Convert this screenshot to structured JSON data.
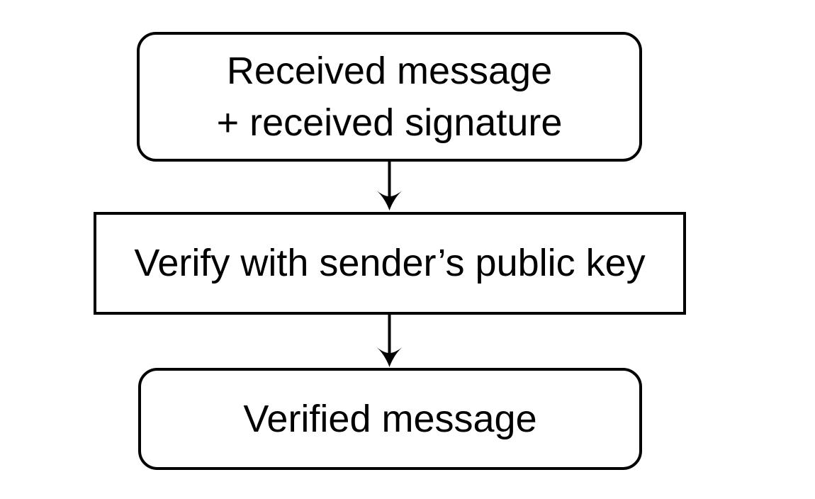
{
  "colors": {
    "background": "#ffffff",
    "stroke": "#000000",
    "text": "#000000"
  },
  "flowchart": {
    "nodes": [
      {
        "id": "received-input",
        "shape": "rounded-rectangle",
        "lines": [
          "Received message",
          "+ received signature"
        ]
      },
      {
        "id": "verify-process",
        "shape": "rectangle",
        "lines": [
          "Verify with sender’s public key"
        ]
      },
      {
        "id": "verified-output",
        "shape": "rounded-rectangle",
        "lines": [
          "Verified message"
        ]
      }
    ],
    "edges": [
      {
        "from": "received-input",
        "to": "verify-process"
      },
      {
        "from": "verify-process",
        "to": "verified-output"
      }
    ]
  }
}
